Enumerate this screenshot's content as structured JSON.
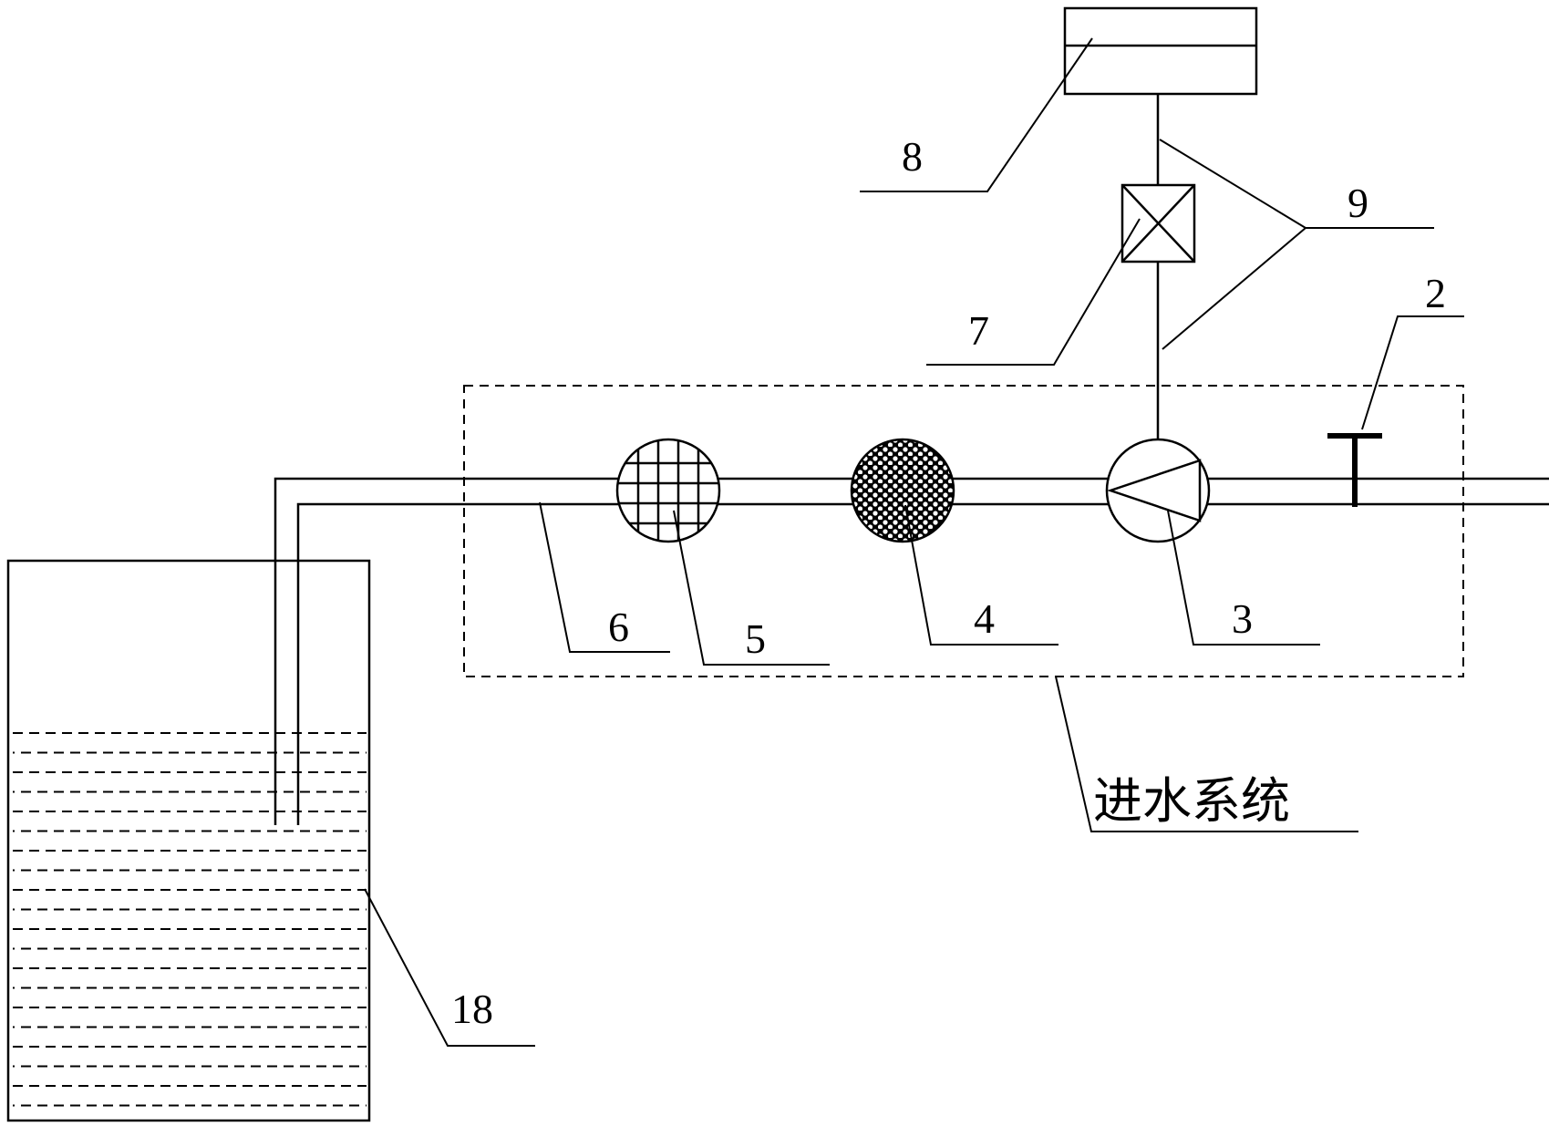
{
  "labels": {
    "l2": "2",
    "l3": "3",
    "l4": "4",
    "l5": "5",
    "l6": "6",
    "l7": "7",
    "l8": "8",
    "l9": "9",
    "l18": "18",
    "system": "进水系统"
  }
}
